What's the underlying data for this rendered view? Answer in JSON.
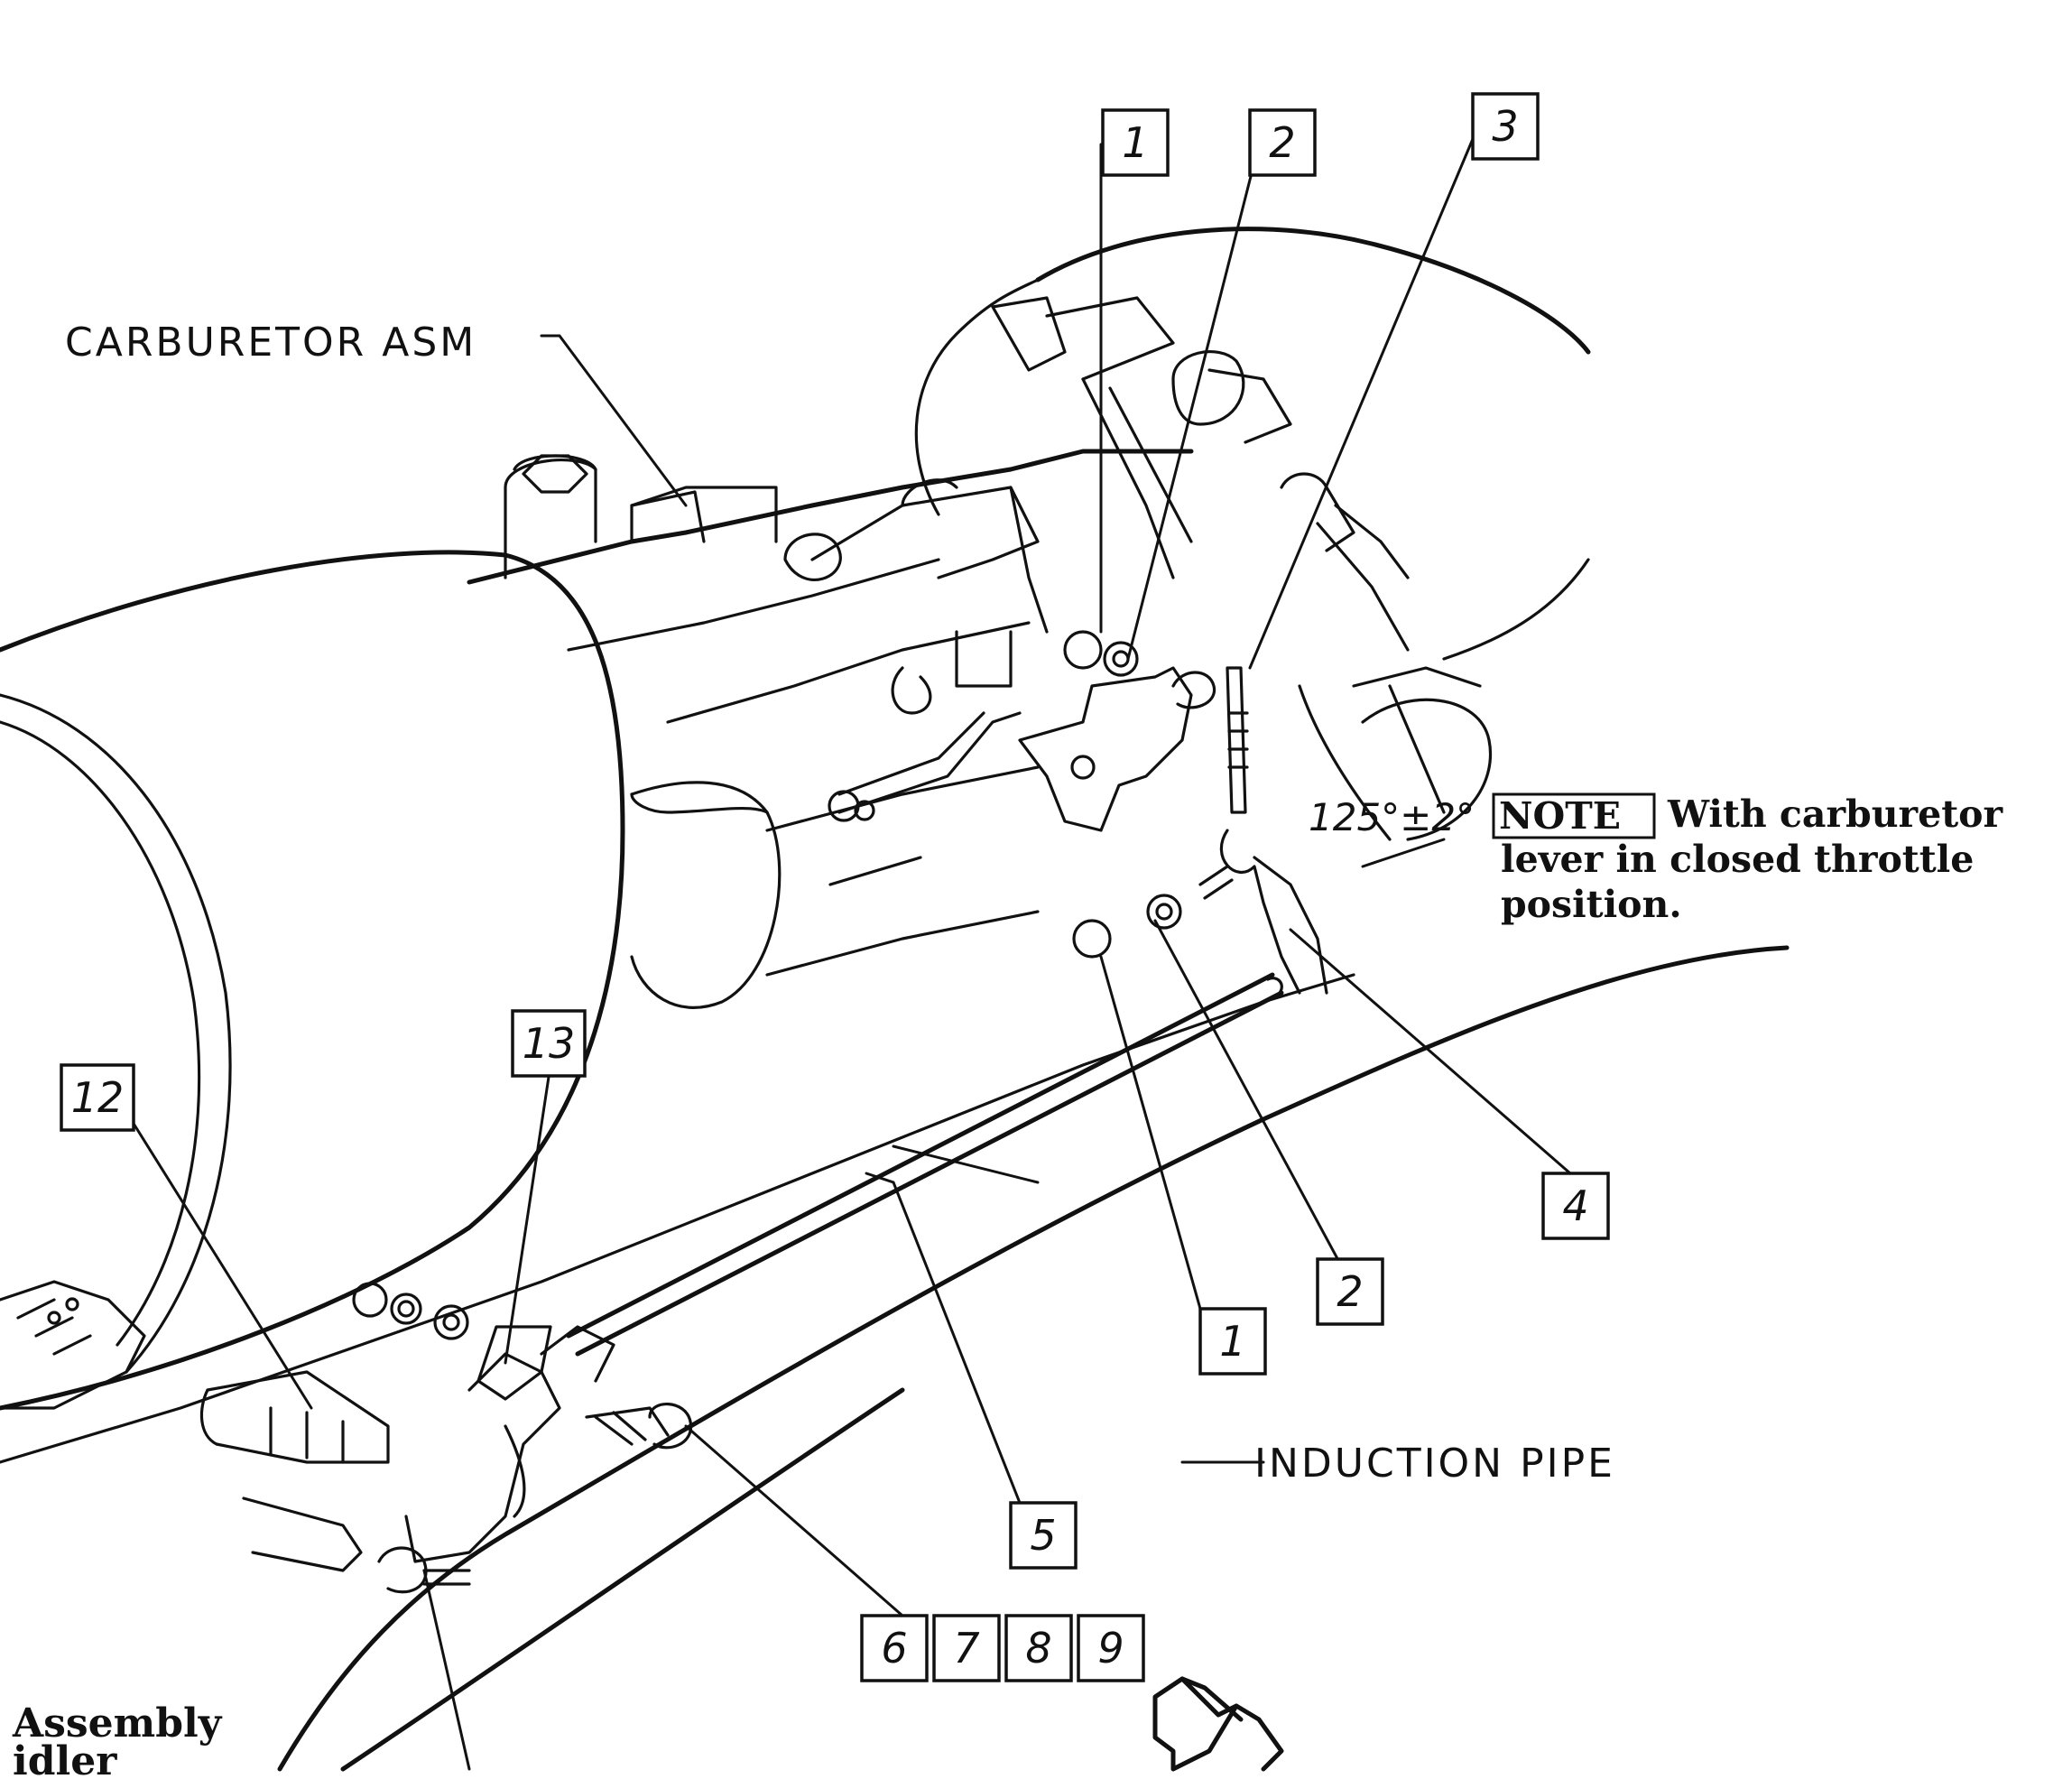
{
  "labels": {
    "carburetor": "CARBURETOR ASM",
    "induction_pipe": "INDUCTION PIPE"
  },
  "note": {
    "angle": "125°±2°",
    "keyword": "NOTE",
    "line1": "With carburetor",
    "line2": "lever in closed throttle",
    "line3": "position."
  },
  "fragments": {
    "line1": "Assembly",
    "line2": "idler"
  },
  "callouts": {
    "c1_top": "1",
    "c2_top": "2",
    "c3_top": "3",
    "c4": "4",
    "c1_bottom": "1",
    "c2_bottom": "2",
    "c5": "5",
    "c6": "6",
    "c7": "7",
    "c8": "8",
    "c9": "9",
    "c12": "12",
    "c13": "13"
  }
}
